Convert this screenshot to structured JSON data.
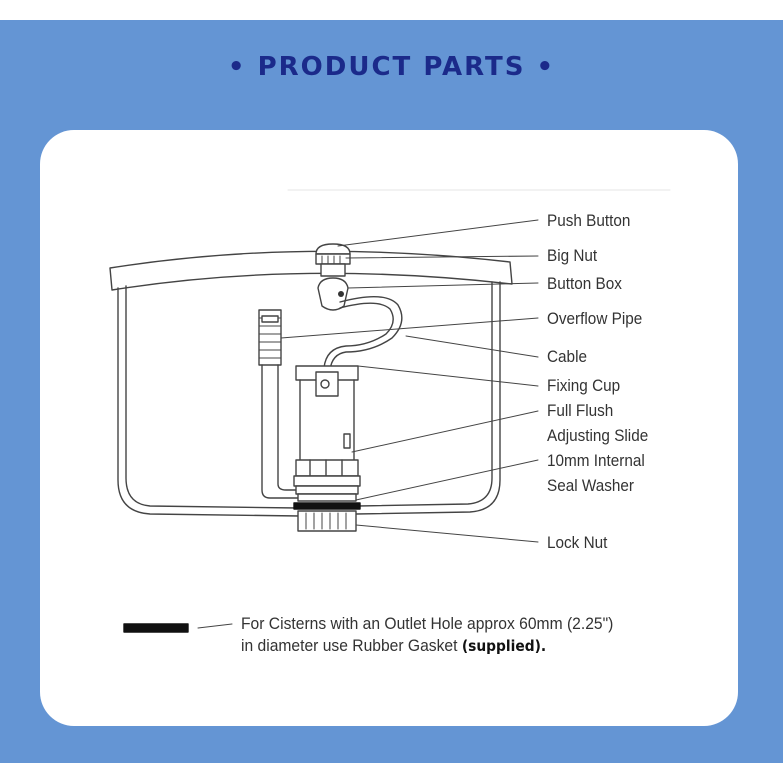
{
  "header": {
    "title": "• PRODUCT PARTS •"
  },
  "parts": [
    {
      "id": "push-button",
      "label": "Push Button"
    },
    {
      "id": "big-nut",
      "label": "Big Nut"
    },
    {
      "id": "button-box",
      "label": "Button Box"
    },
    {
      "id": "overflow-pipe",
      "label": "Overflow Pipe"
    },
    {
      "id": "cable",
      "label": "Cable"
    },
    {
      "id": "fixing-cup",
      "label": "Fixing Cup"
    },
    {
      "id": "full-flush",
      "label": "Full Flush"
    },
    {
      "id": "adjusting-slide",
      "label": "Adjusting Slide"
    },
    {
      "id": "internal-seal",
      "label": "10mm Internal"
    },
    {
      "id": "seal-washer",
      "label": "Seal Washer"
    },
    {
      "id": "lock-nut",
      "label": "Lock Nut"
    }
  ],
  "note": {
    "line1": "For Cisterns with an Outlet Hole approx 60mm (2.25\")",
    "line2": "in diameter use Rubber Gasket ",
    "emphasis": "(supplied)."
  },
  "colors": {
    "background": "#6495d4",
    "title": "#1b2a8a",
    "line": "#444444"
  }
}
